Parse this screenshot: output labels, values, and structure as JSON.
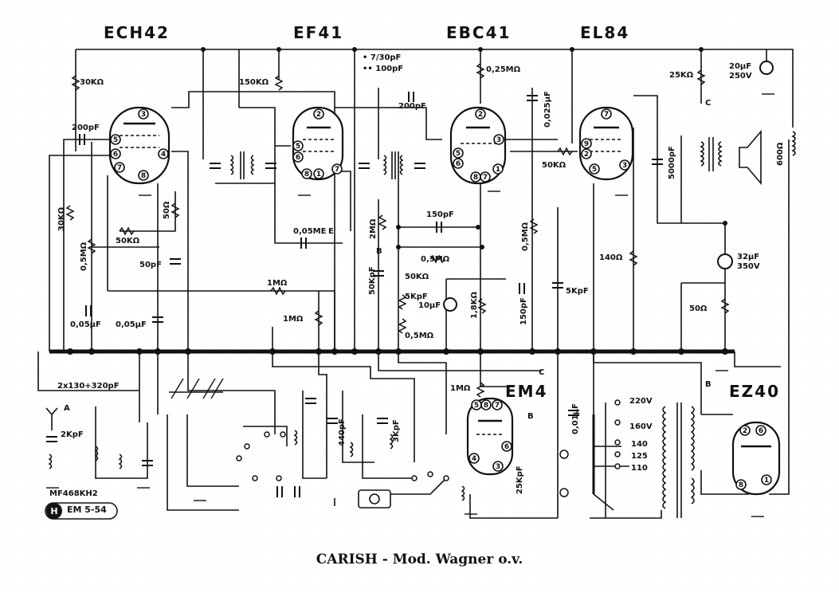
{
  "tubes": [
    {
      "id": "ech42",
      "label": "ECH42",
      "pins": [
        "3",
        "5",
        "6",
        "7",
        "8",
        "4"
      ]
    },
    {
      "id": "ef41",
      "label": "EF41",
      "pins": [
        "2",
        "5",
        "6",
        "8",
        "1",
        "7"
      ]
    },
    {
      "id": "ebc41",
      "label": "EBC41",
      "pins": [
        "2",
        "3",
        "5",
        "6",
        "8",
        "7",
        "1"
      ]
    },
    {
      "id": "el84",
      "label": "EL84",
      "pins": [
        "7",
        "9",
        "2",
        "5",
        "3"
      ]
    },
    {
      "id": "em4",
      "label": "EM4",
      "pins": [
        "5",
        "8",
        "7",
        "4",
        "3",
        "6"
      ]
    },
    {
      "id": "ez40",
      "label": "EZ40",
      "pins": [
        "2",
        "6",
        "8",
        "1"
      ]
    }
  ],
  "components": {
    "r_30k": "30KΩ",
    "r_150k": "150KΩ",
    "c_7_30": "• 7/30pF",
    "c_66_100": "•• 100pF",
    "r_025m": "0,25MΩ",
    "c_200_left": "200pF",
    "c_200_mid": "200pF",
    "c_0025": "0,025μF",
    "r_25k": "25KΩ",
    "c_20uf": "20μF",
    "v_250": "250V",
    "r_30k_vert": "30KΩ",
    "r_05m_left": "0,5MΩ",
    "r_50k_ech": "50KΩ",
    "r_50_ech": "50Ω",
    "c_50pf": "50pF",
    "c_005me": "0,05ME",
    "r_2m": "2MΩ",
    "c_150_top": "150pF",
    "r_03m": "0,3MΩ",
    "r_50k_ebc": "50KΩ",
    "c_50kpf": "50KpF",
    "r_05m_vol": "0,5MΩ",
    "r_50k_el": "50KΩ",
    "c_5000": "5000pF",
    "r_600": "600Ω",
    "c_32": "32μF",
    "v_350": "350V",
    "r_140": "140Ω",
    "c_5kpf_r": "5KpF",
    "r_1m_a": "1MΩ",
    "r_1m_b": "1MΩ",
    "c_5kpf": "5KpF",
    "c_10uf": "10μF",
    "r_18k": "1,8KΩ",
    "c_150_low": "150pF",
    "r_05m_low": "0,5MΩ",
    "r_50": "50Ω",
    "c_005_a": "0,05μF",
    "c_005_b": "0,05μF",
    "gang": "2x130+320pF",
    "r_1m_em": "1MΩ",
    "c_2kpf": "2KpF",
    "ifname": "MF468KH2",
    "c_440": "440pF",
    "c_3kpf": "3KpF",
    "c_25kpf": "25KpF",
    "c_001": "0,01μF",
    "v_220": "220V",
    "v_160": "160V",
    "v_140": "140",
    "v_125": "125",
    "v_110": "110",
    "ant": "A",
    "pt_b1": "B",
    "pt_b2": "B",
    "pt_b3": "B",
    "pt_c1": "C",
    "pt_c2": "C",
    "pt_e": "E",
    "badge": "EM 5-54"
  },
  "caption": "CARISH - Mod. Wagner o.v."
}
